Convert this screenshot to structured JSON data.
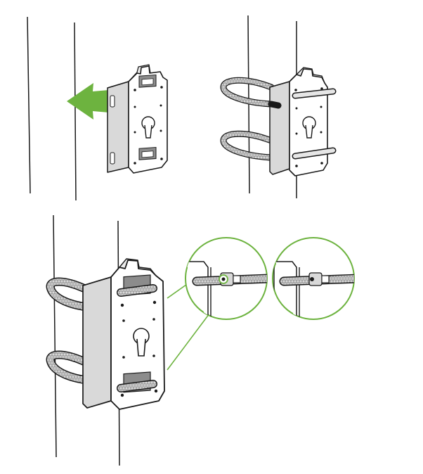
{
  "diagram": {
    "steps": [
      {
        "id": "step-1",
        "action": "attach-bracket-to-pole",
        "arrow": "green-arrow-icon"
      },
      {
        "id": "step-2",
        "action": "wrap-steel-straps"
      },
      {
        "id": "step-3",
        "action": "tighten-hose-clamps",
        "detail_callouts": 2
      }
    ]
  },
  "colors": {
    "line": "#1a1a1a",
    "bracket_fill": "#ffffff",
    "bracket_shade": "#d9d9d9",
    "bracket_dark": "#8c8c8c",
    "strap_fill": "#e6e6e6",
    "accent_green": "#6db33f"
  }
}
